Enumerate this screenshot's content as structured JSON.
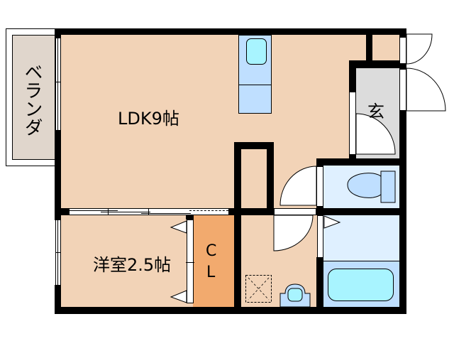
{
  "plan": {
    "rooms": [
      {
        "id": "veranda",
        "label": "ベランダ",
        "color": "#e0d6cc"
      },
      {
        "id": "ldk",
        "label": "LDK9帖",
        "color": "#f2d3b7"
      },
      {
        "id": "western_room",
        "label": "洋室2.5帖",
        "color": "#f2d3b7"
      },
      {
        "id": "closet",
        "label_line1": "C",
        "label_line2": "L",
        "color": "#f2aa6e"
      },
      {
        "id": "entrance",
        "label": "玄",
        "color": "#dcdcdc"
      },
      {
        "id": "toilet",
        "label": "",
        "color": "#dff0ff"
      },
      {
        "id": "bath",
        "label": "",
        "color": "#dff0ff"
      },
      {
        "id": "washroom",
        "label": "",
        "color": "#f2d3b7"
      }
    ],
    "fixtures": {
      "kitchen_counter_color": "#bfdfff",
      "sink_color": "#a8f4ff",
      "toilet_color": "#bfdfff",
      "bathtub_color": "#a8f4ff",
      "bath_floor_color": "#bfdfff"
    },
    "colors": {
      "wall": "#000000",
      "background": "#ffffff",
      "floor": "#f2d3b7"
    }
  }
}
